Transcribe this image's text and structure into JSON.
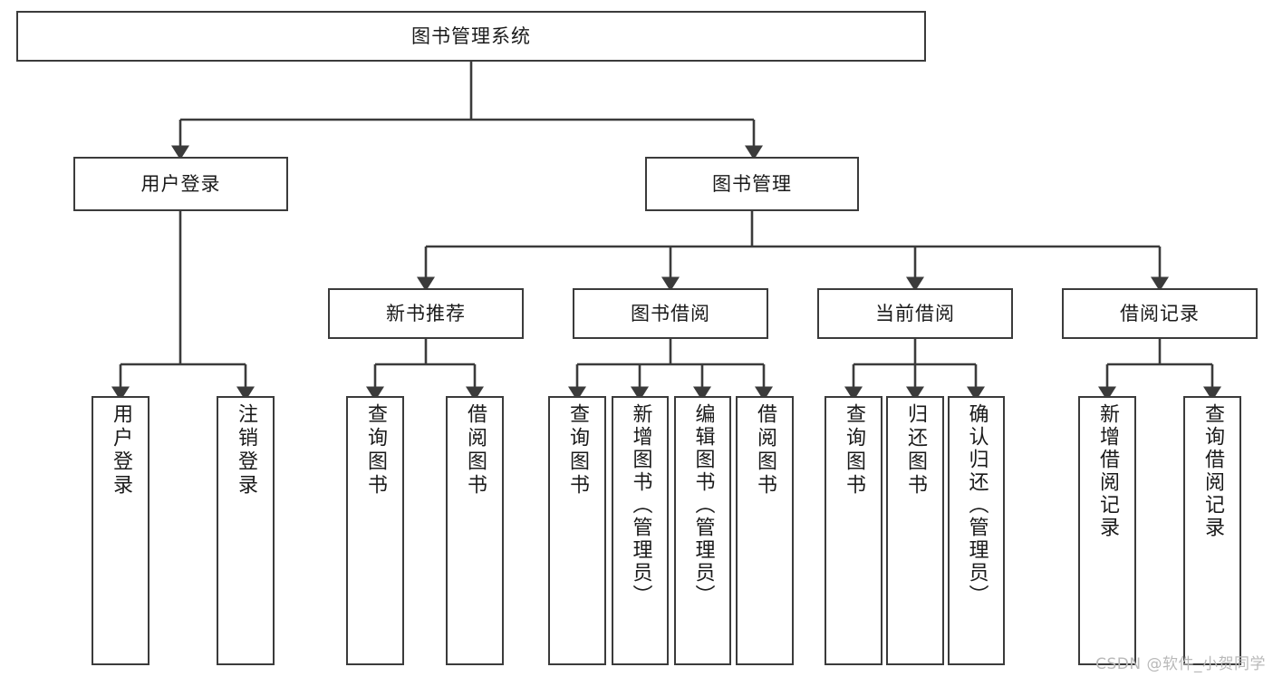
{
  "diagram": {
    "title": "图书管理系统",
    "root": {
      "id": "root",
      "label": "图书管理系统"
    },
    "level1": [
      {
        "id": "user-login",
        "label": "用户登录"
      },
      {
        "id": "book-management",
        "label": "图书管理"
      }
    ],
    "level2": [
      {
        "id": "new-book-recommend",
        "label": "新书推荐",
        "parent": "book-management"
      },
      {
        "id": "book-borrow",
        "label": "图书借阅",
        "parent": "book-management"
      },
      {
        "id": "current-borrow",
        "label": "当前借阅",
        "parent": "book-management"
      },
      {
        "id": "borrow-record",
        "label": "借阅记录",
        "parent": "book-management"
      }
    ],
    "leaves": [
      {
        "id": "leaf-user-login",
        "label": "用户登录",
        "parent": "user-login"
      },
      {
        "id": "leaf-logout-login",
        "label": "注销登录",
        "parent": "user-login"
      },
      {
        "id": "leaf-query-book-1",
        "label": "查询图书",
        "parent": "new-book-recommend"
      },
      {
        "id": "leaf-borrow-book-1",
        "label": "借阅图书",
        "parent": "new-book-recommend"
      },
      {
        "id": "leaf-query-book-2",
        "label": "查询图书",
        "parent": "book-borrow"
      },
      {
        "id": "leaf-add-book",
        "label": "新增图书（管理员）",
        "parent": "book-borrow"
      },
      {
        "id": "leaf-edit-book",
        "label": "编辑图书（管理员）",
        "parent": "book-borrow"
      },
      {
        "id": "leaf-borrow-book-2",
        "label": "借阅图书",
        "parent": "book-borrow"
      },
      {
        "id": "leaf-query-book-3",
        "label": "查询图书",
        "parent": "current-borrow"
      },
      {
        "id": "leaf-return-book",
        "label": "归还图书",
        "parent": "current-borrow"
      },
      {
        "id": "leaf-confirm-return",
        "label": "确认归还（管理员）",
        "parent": "current-borrow"
      },
      {
        "id": "leaf-add-record",
        "label": "新增借阅记录",
        "parent": "borrow-record"
      },
      {
        "id": "leaf-query-record",
        "label": "查询借阅记录",
        "parent": "borrow-record"
      }
    ],
    "colors": {
      "stroke": "#3b3b3b",
      "background": "#ffffff",
      "text": "#1a1a1a",
      "watermark": "#b9b9b9"
    }
  },
  "watermark": {
    "text": "CSDN @软件_小贺同学"
  }
}
